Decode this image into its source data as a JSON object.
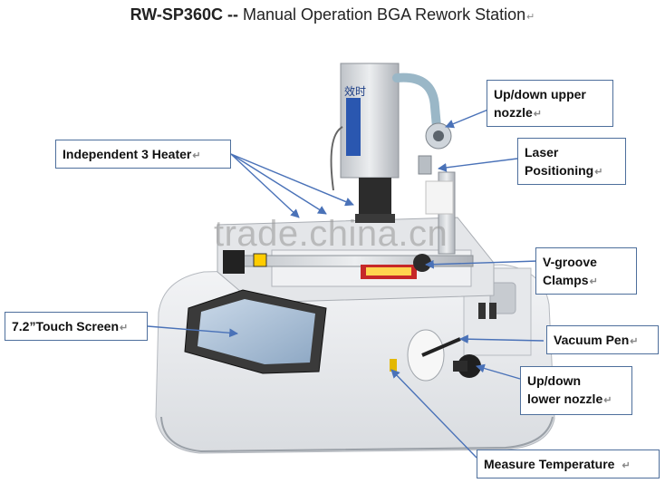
{
  "title": {
    "model": "RW-SP360C --",
    "rest": " Manual Operation BGA Rework Station",
    "mark": "↵"
  },
  "watermark": "trade.china.cn",
  "device_logo": "效时",
  "callouts": {
    "upper_nozzle": [
      "Up/down upper",
      "nozzle"
    ],
    "laser": [
      "Laser",
      "Positioning"
    ],
    "heater": [
      "Independent 3 Heater"
    ],
    "clamps": [
      "V-groove",
      "Clamps"
    ],
    "touch": [
      "7.2”Touch Screen"
    ],
    "vacuum": [
      "Vacuum Pen"
    ],
    "lower_nozzle": [
      "Up/down",
      "lower nozzle"
    ],
    "measure": [
      "Measure Temperature"
    ]
  },
  "colors": {
    "arrow": "#4a72b8",
    "border": "#4e6f9c"
  }
}
